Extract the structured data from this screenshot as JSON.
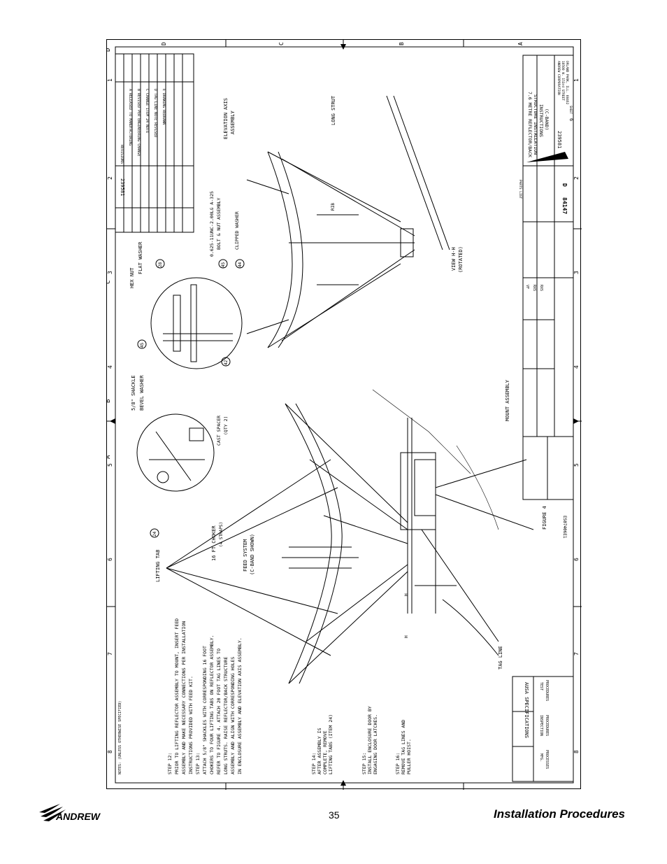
{
  "drawing": {
    "grid_row_letters_left": [
      "D",
      "C",
      "B",
      "A"
    ],
    "grid_row_letters_right": [
      "D",
      "C",
      "B",
      "A"
    ],
    "grid_col_numbers": [
      "8",
      "7",
      "6",
      "5",
      "4",
      "3",
      "2",
      "1"
    ],
    "notes_header": "NOTES: (UNLESS OTHERWISE SPECIFIED)",
    "steps": [
      "STEP 12:",
      "PRIOR TO LIFTING REFLECTOR ASSEMBLY TO MOUNT, INSERT FEED",
      "ASSEMBLY AND MAKE NECESSARY CONNECTIONS PER INSTALLATION",
      "INSTRUCTIONS PROVIDED WITH FEED KIT.",
      "STEP 13:",
      "ATTACH 5/8\" SHACKLES WITH CORRESPONDING 16 FOOT",
      "CHOKERS TO FOUR LIFTING TABS ON REFLECTOR ASSEMBLY.",
      "REFER TO FIGURE 4. ATTACH 20 FOOT TAG LINES TO",
      "LONG STRUTS. RAISE REFLECTOR/BACK STRUCTURE",
      "ASSEMBLY AND ALIGN WITH CORRESPONDING HOLES",
      "IN ENCLOSURE ASSEMBLY AND ELEVATION AXIS ASSEMBLY."
    ],
    "step14": [
      "STEP 14:",
      "AFTER ASSEMBLY IS",
      "COMPLETE, REMOVE",
      "LIFTING TABS (ITEM 24)"
    ],
    "step15": [
      "STEP 15:",
      "INSTALL ENCLOSURE DOOR BY",
      "ENGAGING DOOR LATCHES."
    ],
    "step16": [
      "STEP 16:",
      "REMOVE TAG LINES AND",
      "PULLER HOIST."
    ],
    "callouts": {
      "lifting_tab": "LIFTING TAB",
      "item_24": "24",
      "shackle": "5/8\" SHACKLE",
      "bevel_washer": "BEVEL WASHER",
      "item_45a": "45",
      "cast_spacer": "CAST SPACER",
      "qty2": "(QTY 2)",
      "item_42": "42",
      "hex_nut": "HEX NUT",
      "flat_washer": "FLAT WASHER",
      "item_28": "28",
      "bolt_line1": "0.625-11UNC-2.00LG A-325",
      "bolt_line2": "BOLT & NUT ASSEMBLY",
      "clipped_washer": "CLIPPED WASHER",
      "item_44": "44",
      "item_45b": "45",
      "elev_axis": "ELEVATION AXIS",
      "elev_axis2": "ASSEMBLY",
      "long_strut": "LONG STRUT",
      "rib": "RIB",
      "view_hh": "VIEW H-H",
      "rotated": "(ROTATED)",
      "choker": "16 FT CHOKER",
      "straps": "(4 STRAPS)",
      "feed_system": "FEED SYSTEM",
      "cband_shown": "(C-BAND SHOWN)",
      "mount_assembly": "MOUNT ASSEMBLY",
      "tag_line": "TAG LINE",
      "figure4": "FIGURE 4",
      "h_left": "H",
      "h_right": "H"
    },
    "title_block": {
      "company_line1": "ANDREW CORPORATION",
      "company_line2": "10500 W. 153rd STREET",
      "company_line3": "ORLAND PARK, ILL. 60462",
      "title_line1": "7.6 METRE REFLECTOR/BACK",
      "title_line2": "STRUCTURE INSTALLATION",
      "title_line3": "INSTRUCTIONS",
      "title_line4": "(C-BAND)",
      "parts_list": "PARTS LIST",
      "size": "D",
      "drawing_number": "84147",
      "sheet": "6",
      "ref_number": "239581",
      "sheet_label": "SHEET",
      "ausa_spec": "AUSA SPECIFICATIONS",
      "mfg": "MFG.",
      "processes": "PROCESSES",
      "inspection": "INSPECTION",
      "procedures1": "PROCEDURES",
      "test": "TEST",
      "procedures2": "PROCEDURES",
      "spec_number": "ES07406E1",
      "drawn_by": "VF",
      "checked_by": "RXS",
      "approved_by": "RXS"
    },
    "revisions": [
      "A  RELEASED TO MANUFACTURING",
      "B  REVISED PER ENGINEERING CHANGE",
      "C  CHANGE ITEM 24 NOTE",
      "D  TAG LINE NOTE REVISED",
      "E  DRAWING REDRAWN"
    ],
    "revision_header": "REVISIONS",
    "rev_ref": "239581"
  },
  "footer": {
    "logo_text": "ANDREW",
    "page_number": "35",
    "section_title": "Installation Procedures"
  }
}
